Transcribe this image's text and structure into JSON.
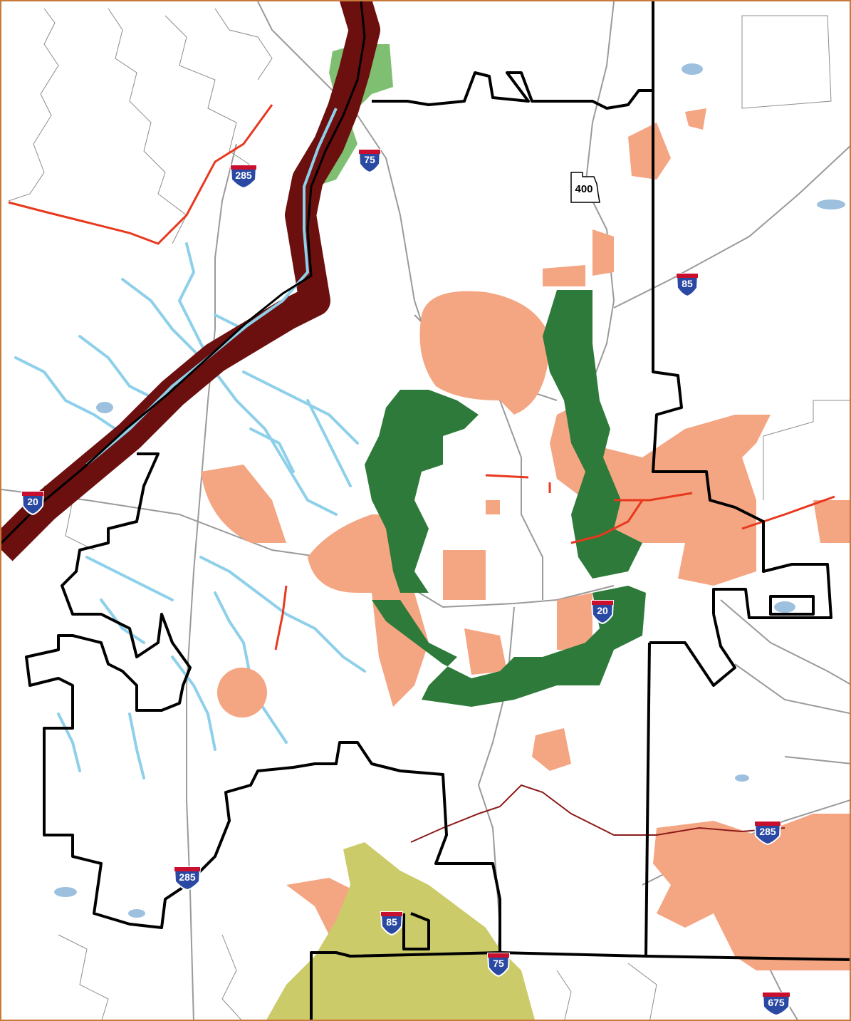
{
  "map": {
    "colors": {
      "background": "#ffffff",
      "frame": "#c87a3a",
      "boundary": "#000000",
      "county_line": "#8c8c8c",
      "road": "#999999",
      "stream": "#8ed0ea",
      "lake": "#9cc0de",
      "corridor_dark": "#6b0f0f",
      "green_dark": "#2e7a3a",
      "green_light": "#7fbf72",
      "salmon": "#f4a582",
      "olive": "#cccb6a",
      "red_line": "#e8381e",
      "maroon_line": "#8b1a1a"
    },
    "shields": [
      {
        "id": "i285-nw",
        "type": "interstate",
        "label": "285"
      },
      {
        "id": "i75-n",
        "type": "interstate",
        "label": "75"
      },
      {
        "id": "i85-ne",
        "type": "interstate",
        "label": "85"
      },
      {
        "id": "i20-w",
        "type": "interstate",
        "label": "20"
      },
      {
        "id": "i20-c",
        "type": "interstate",
        "label": "20"
      },
      {
        "id": "i285-sw",
        "type": "interstate",
        "label": "285"
      },
      {
        "id": "i85-s",
        "type": "interstate",
        "label": "85"
      },
      {
        "id": "i75-s",
        "type": "interstate",
        "label": "75"
      },
      {
        "id": "i285-se",
        "type": "interstate",
        "label": "285"
      },
      {
        "id": "i675",
        "type": "interstate",
        "label": "675"
      },
      {
        "id": "ga400",
        "type": "state-route",
        "label": "400"
      }
    ]
  }
}
